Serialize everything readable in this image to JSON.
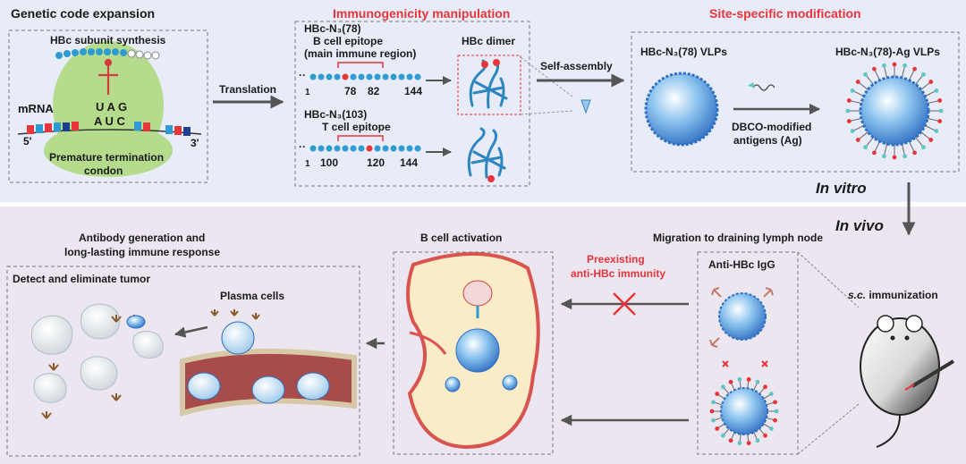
{
  "top": {
    "sections": {
      "genetic": "Genetic code expansion",
      "immuno": "Immunogenicity manipulation",
      "site": "Site-specific modification"
    },
    "genetic_box": {
      "title": "HBc subunit synthesis",
      "codon_top": "U A G",
      "codon_bottom": "A U C",
      "mrna": "mRNA",
      "five": "5'",
      "three": "3'",
      "ptc_1": "Premature termination",
      "ptc_2": "condon"
    },
    "translation": "Translation",
    "immuno_box": {
      "construct1_name": "HBc-N₃(78)",
      "construct1_epitope": "B cell epitope",
      "construct1_region": "(main immune region)",
      "construct1_ticks": [
        "1",
        "78",
        "82",
        "144"
      ],
      "construct2_name": "HBc-N₃(103)",
      "construct2_epitope": "T cell epitope",
      "construct2_ticks": [
        "1",
        "100",
        "120",
        "144"
      ],
      "dimer": "HBc dimer"
    },
    "self_assembly": "Self-assembly",
    "site_box": {
      "vlp": "HBc-N₃(78) VLPs",
      "vlp_ag": "HBc-N₃(78)-Ag VLPs",
      "dbco_1": "DBCO-modified",
      "dbco_2": "antigens (Ag)"
    },
    "in_vitro": "In vitro"
  },
  "bottom": {
    "in_vivo": "In vivo",
    "antibody_1": "Antibody generation and",
    "antibody_2": "long-lasting immune response",
    "detect": "Detect and eliminate tumor",
    "plasma": "Plasma cells",
    "bcell": "B cell activation",
    "preexisting_1": "Preexisting",
    "preexisting_2": "anti-HBc immunity",
    "migration": "Migration to draining lymph node",
    "anti_igg": "Anti-HBc IgG",
    "sc_abbr": "s.c.",
    "sc_rest": " immunization"
  },
  "colors": {
    "top_bg": "#e8ecf8",
    "bottom_bg": "#ece6f0",
    "accent_red": "#e8343b",
    "bead_blue": "#2e9bd3",
    "vlp_blue": "#3d8fd6",
    "node_fill": "#fbecc8",
    "node_edge": "#d9534f"
  }
}
